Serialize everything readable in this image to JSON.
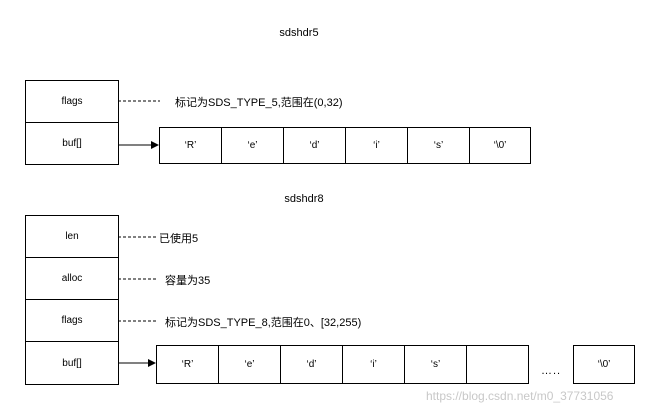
{
  "struct5": {
    "title": "sdshdr5",
    "fields": [
      {
        "label": "flags",
        "note": "标记为SDS_TYPE_5,范围在(0,32)"
      },
      {
        "label": "buf[]",
        "note": ""
      }
    ],
    "buf_cells": [
      "‘R’",
      "‘e’",
      "‘d’",
      "‘i’",
      "‘s’",
      "‘\\0’"
    ]
  },
  "struct8": {
    "title": "sdshdr8",
    "fields": [
      {
        "label": "len",
        "note": "已使用5"
      },
      {
        "label": "alloc",
        "note": "容量为35"
      },
      {
        "label": "flags",
        "note": "标记为SDS_TYPE_8,范围在0、[32,255)"
      },
      {
        "label": "buf[]",
        "note": ""
      }
    ],
    "buf_cells": [
      "‘R’",
      "‘e’",
      "‘d’",
      "‘i’",
      "‘s’",
      ""
    ],
    "ellipsis": "…..",
    "last_cell": "‘\\0’"
  },
  "watermark": "https://blog.csdn.net/m0_37731056"
}
